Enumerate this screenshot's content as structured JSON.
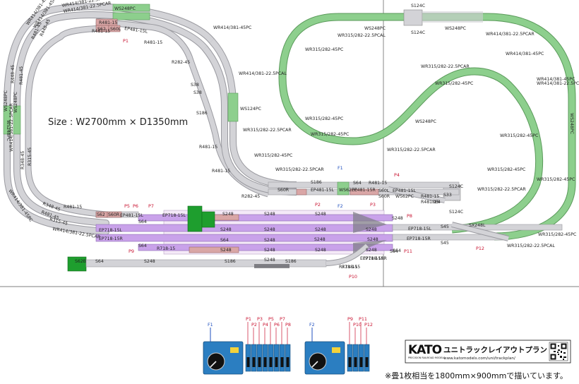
{
  "size_label": "Size : W2700mm × D1350mm",
  "footer_note": "※畳1枚相当を1800mm×900mmで描いています。",
  "brand": {
    "logo": "KATO",
    "logo_sub": "PRECISION RAILROAD MODELS",
    "title": "ユニトラックレイアウトプラン",
    "url": "www.katomodels.com/uni/trackplan/",
    "qr_name": "qr-code"
  },
  "colors": {
    "track_gray": "#c9c9cd",
    "track_green": "#8dcf8d",
    "track_purple": "#c9a2ea",
    "platform": "#f4e9f7",
    "feeder_red": "#c8102e",
    "feeder_blue": "#1f4fbf"
  },
  "track_labels": {
    "left_loop": [
      "WS248PC",
      "WR414/381-22.5PCAL",
      "WR414/381-22.5PCAR",
      "WR414/381-45PC",
      "WR414/381-45PC",
      "WS248PC",
      "R481-15",
      "R448-45",
      "R481-45",
      "R448-45",
      "R481-45",
      "WR414/381-22.5PCAR",
      "WS248PC",
      "WR414/381-45PC",
      "WS248PC",
      "R315-45",
      "R348-45",
      "R348-45",
      "R481-45",
      "WR414/381-22.5PCAR",
      "R315-45"
    ],
    "upper_inner": [
      "R481-15",
      "EP481-15L",
      "S62",
      "S60L",
      "R481-15",
      "R282-45",
      "S38",
      "S38",
      "S186",
      "R481-15",
      "R481-15",
      "R282-45"
    ],
    "middle_double": [
      "WR414/381-45PC",
      "WR414/381-22.5PCAL",
      "WS124PC",
      "WR315/282-22.5PCAR",
      "WR315/282-45PC",
      "WR315/282-22.5PCAR"
    ],
    "right_loop": [
      "WS248PC",
      "S124C",
      "S124C",
      "WS248PC",
      "WR315/282-22.5PCAL",
      "WR315/282-45PC",
      "WR315/282-22.5PCAR",
      "WR315/282-45PC",
      "WR315/282-45PC",
      "WR315/282-45PC",
      "WS248PC",
      "WR315/282-22.5PCAR",
      "WR414/381-22.5PCAR",
      "WR414/381-45PC",
      "WR414/381-22.5PCAL",
      "WR414/381-45PC",
      "WS248PC",
      "WR315/282-45PC",
      "WR315/282-45PC",
      "WR315/282-22.5PCAR",
      "WR315/282-45PC",
      "WR315/282-45PC",
      "WR315/282-22.5PCAL"
    ],
    "junction": [
      "S186",
      "S60R",
      "EP481-15L",
      "WS62PC",
      "S64",
      "EP481-15R",
      "R481-15",
      "S60L",
      "S60R",
      "WS62PC",
      "EP481-15L",
      "R481-15",
      "S64",
      "S33",
      "S124C",
      "S124C",
      "R481-15"
    ],
    "yard": [
      "S62",
      "S60R",
      "EP481-15L",
      "EP718-15L",
      "R481-15",
      "S64",
      "S248",
      "S248",
      "S248",
      "S248",
      "S248",
      "S248",
      "S248",
      "S248",
      "S64",
      "S248",
      "EP718-15L",
      "EP718-15R",
      "S64",
      "S248",
      "S248",
      "S248",
      "S248",
      "S248",
      "S248",
      "S248",
      "R718-15",
      "EP718-15R",
      "S64",
      "S248",
      "S186",
      "S186",
      "S64",
      "S45",
      "S45",
      "SX248L",
      "S64",
      "EP718-15R",
      "EP718-15L",
      "R718-15",
      "S62B",
      "EP718-15R",
      "R718-15"
    ]
  },
  "feeders_red": [
    "P1",
    "P2",
    "P3",
    "P4",
    "P5",
    "P6",
    "P7",
    "P8",
    "P9",
    "P10",
    "P11",
    "P12"
  ],
  "feeders_blue": [
    "F1",
    "F2"
  ],
  "controllers": [
    {
      "label": "F1",
      "switch_labels_top": [
        "P1",
        "P3",
        "P5",
        "P7"
      ],
      "switch_labels_bottom": [
        "P2",
        "P4",
        "P6",
        "P8"
      ]
    },
    {
      "label": "F2",
      "switch_labels_top": [
        "P9",
        "P11"
      ],
      "switch_labels_bottom": [
        "P10",
        "P12"
      ]
    }
  ]
}
